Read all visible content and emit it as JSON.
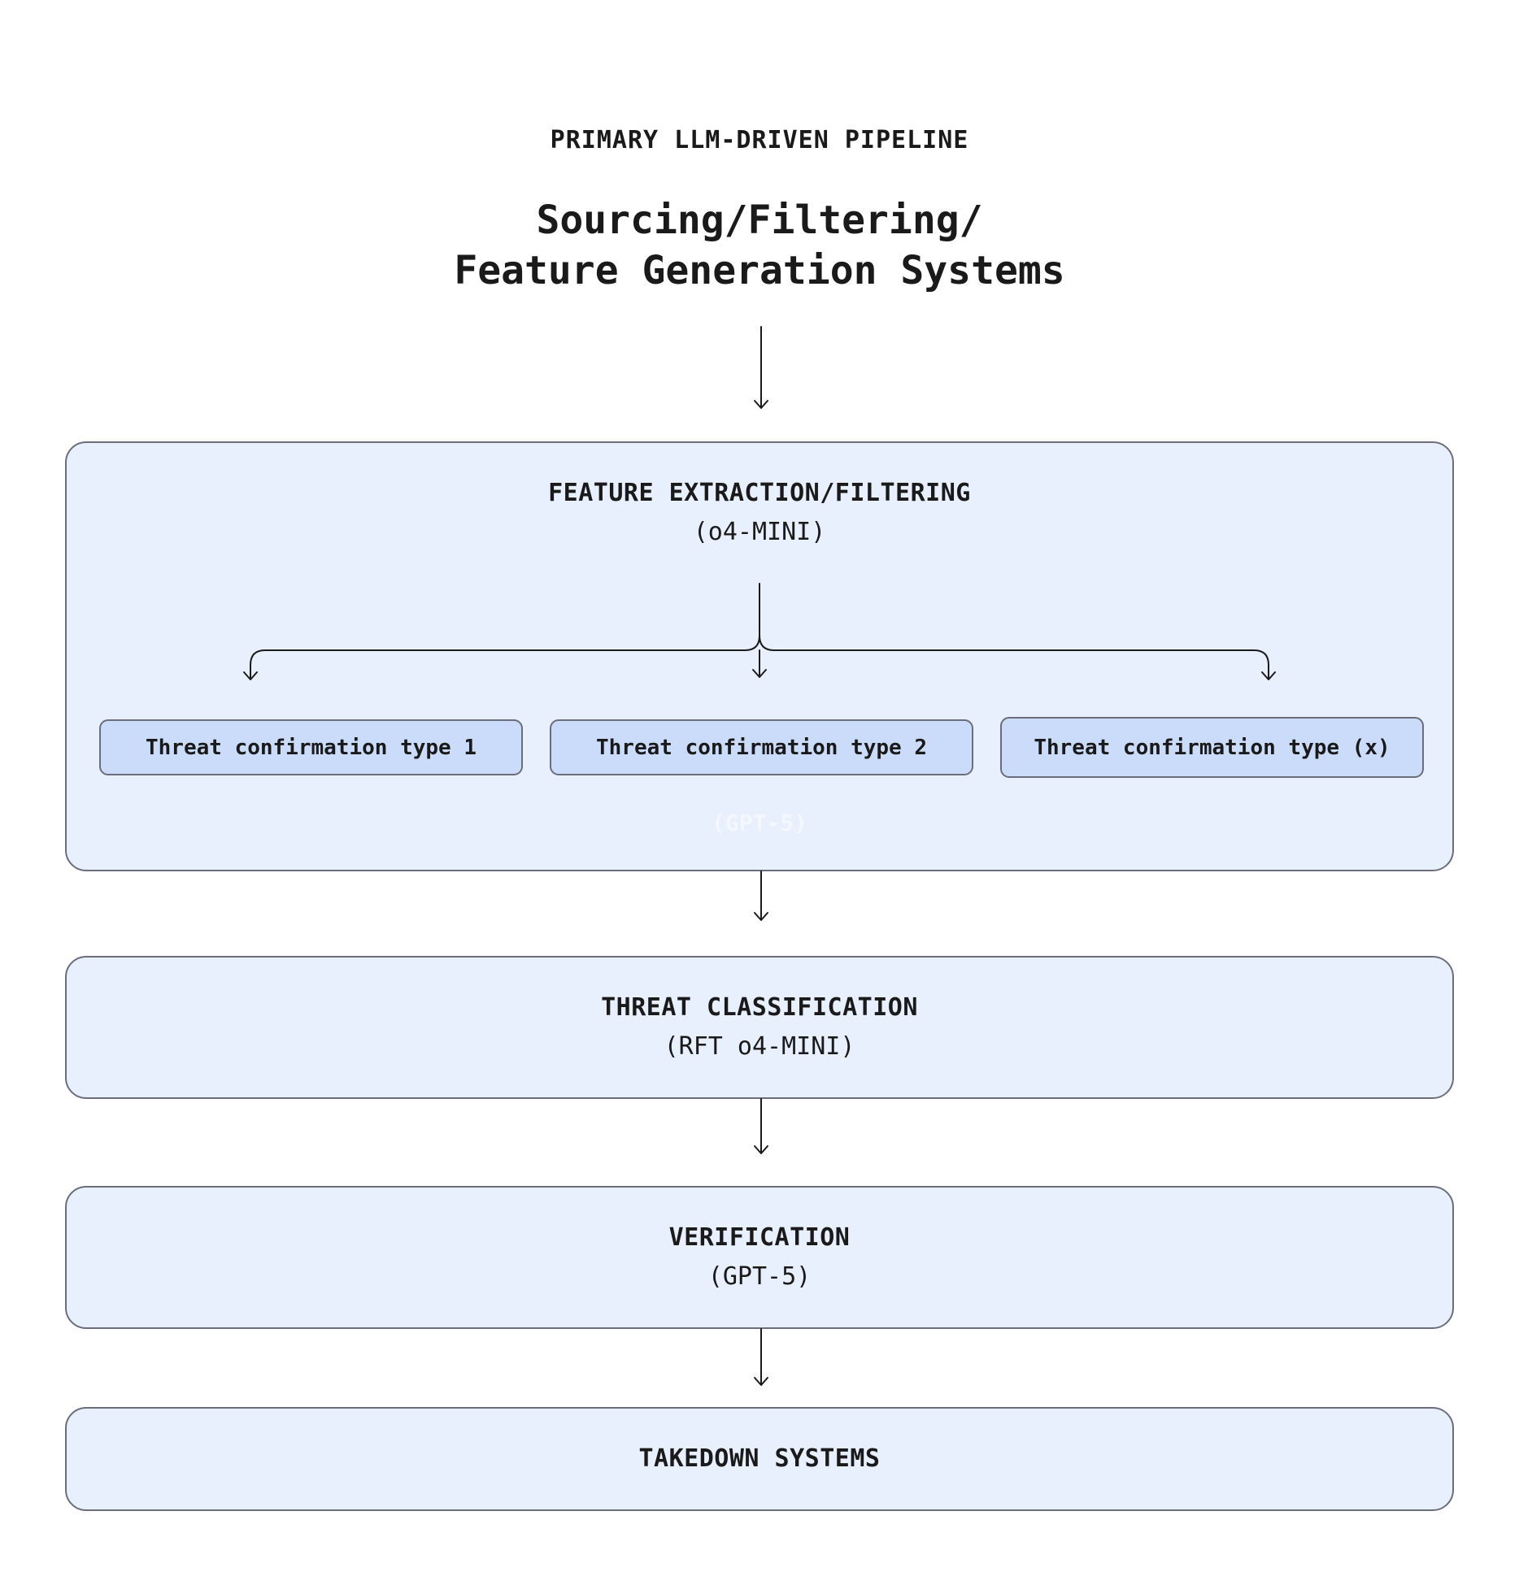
{
  "header": {
    "eyebrow": "PRIMARY LLM-DRIVEN PIPELINE",
    "title_line1": "Sourcing/Filtering/",
    "title_line2": "Feature Generation Systems"
  },
  "stages": {
    "feature_extraction": {
      "title": "FEATURE EXTRACTION/FILTERING",
      "model": "(o4-MINI)",
      "faint_label": "(GPT-5)",
      "branches": [
        "Threat confirmation type 1",
        "Threat confirmation type 2",
        "Threat confirmation type (x)"
      ]
    },
    "threat_classification": {
      "title": "THREAT CLASSIFICATION",
      "model": "(RFT o4-MINI)"
    },
    "verification": {
      "title": "VERIFICATION",
      "model": "(GPT-5)"
    },
    "takedown": {
      "title": "TAKEDOWN SYSTEMS"
    }
  },
  "colors": {
    "stage_fill": "#e8effd",
    "subbox_fill": "#cbdcfa",
    "border": "#6b6e7a",
    "text": "#1a1a1a"
  }
}
